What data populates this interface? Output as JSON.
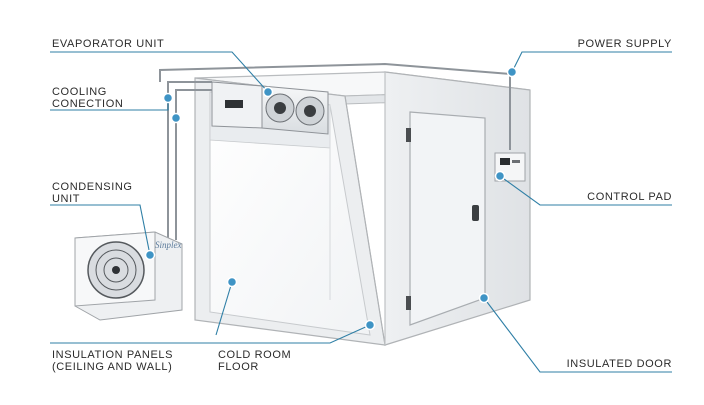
{
  "colors": {
    "leader": "#2f7fa6",
    "dot": "#3f94c5",
    "panel_edge": "#b9bcbf",
    "panel_face": "#f4f5f6"
  },
  "labels": {
    "evaporator_unit": "EVAPORATOR UNIT",
    "cooling_connection": "COOLING CONECTION",
    "condensing_unit": "CONDENSING UNIT",
    "insulation_panels": "INSULATION PANELS (CEILING AND WALL)",
    "cold_room_floor": "COLD ROOM FLOOR",
    "power_supply": "POWER SUPPLY",
    "control_pad": "CONTROL PAD",
    "insulated_door": "INSULATED DOOR"
  },
  "condenser_brand": "Sinplex"
}
